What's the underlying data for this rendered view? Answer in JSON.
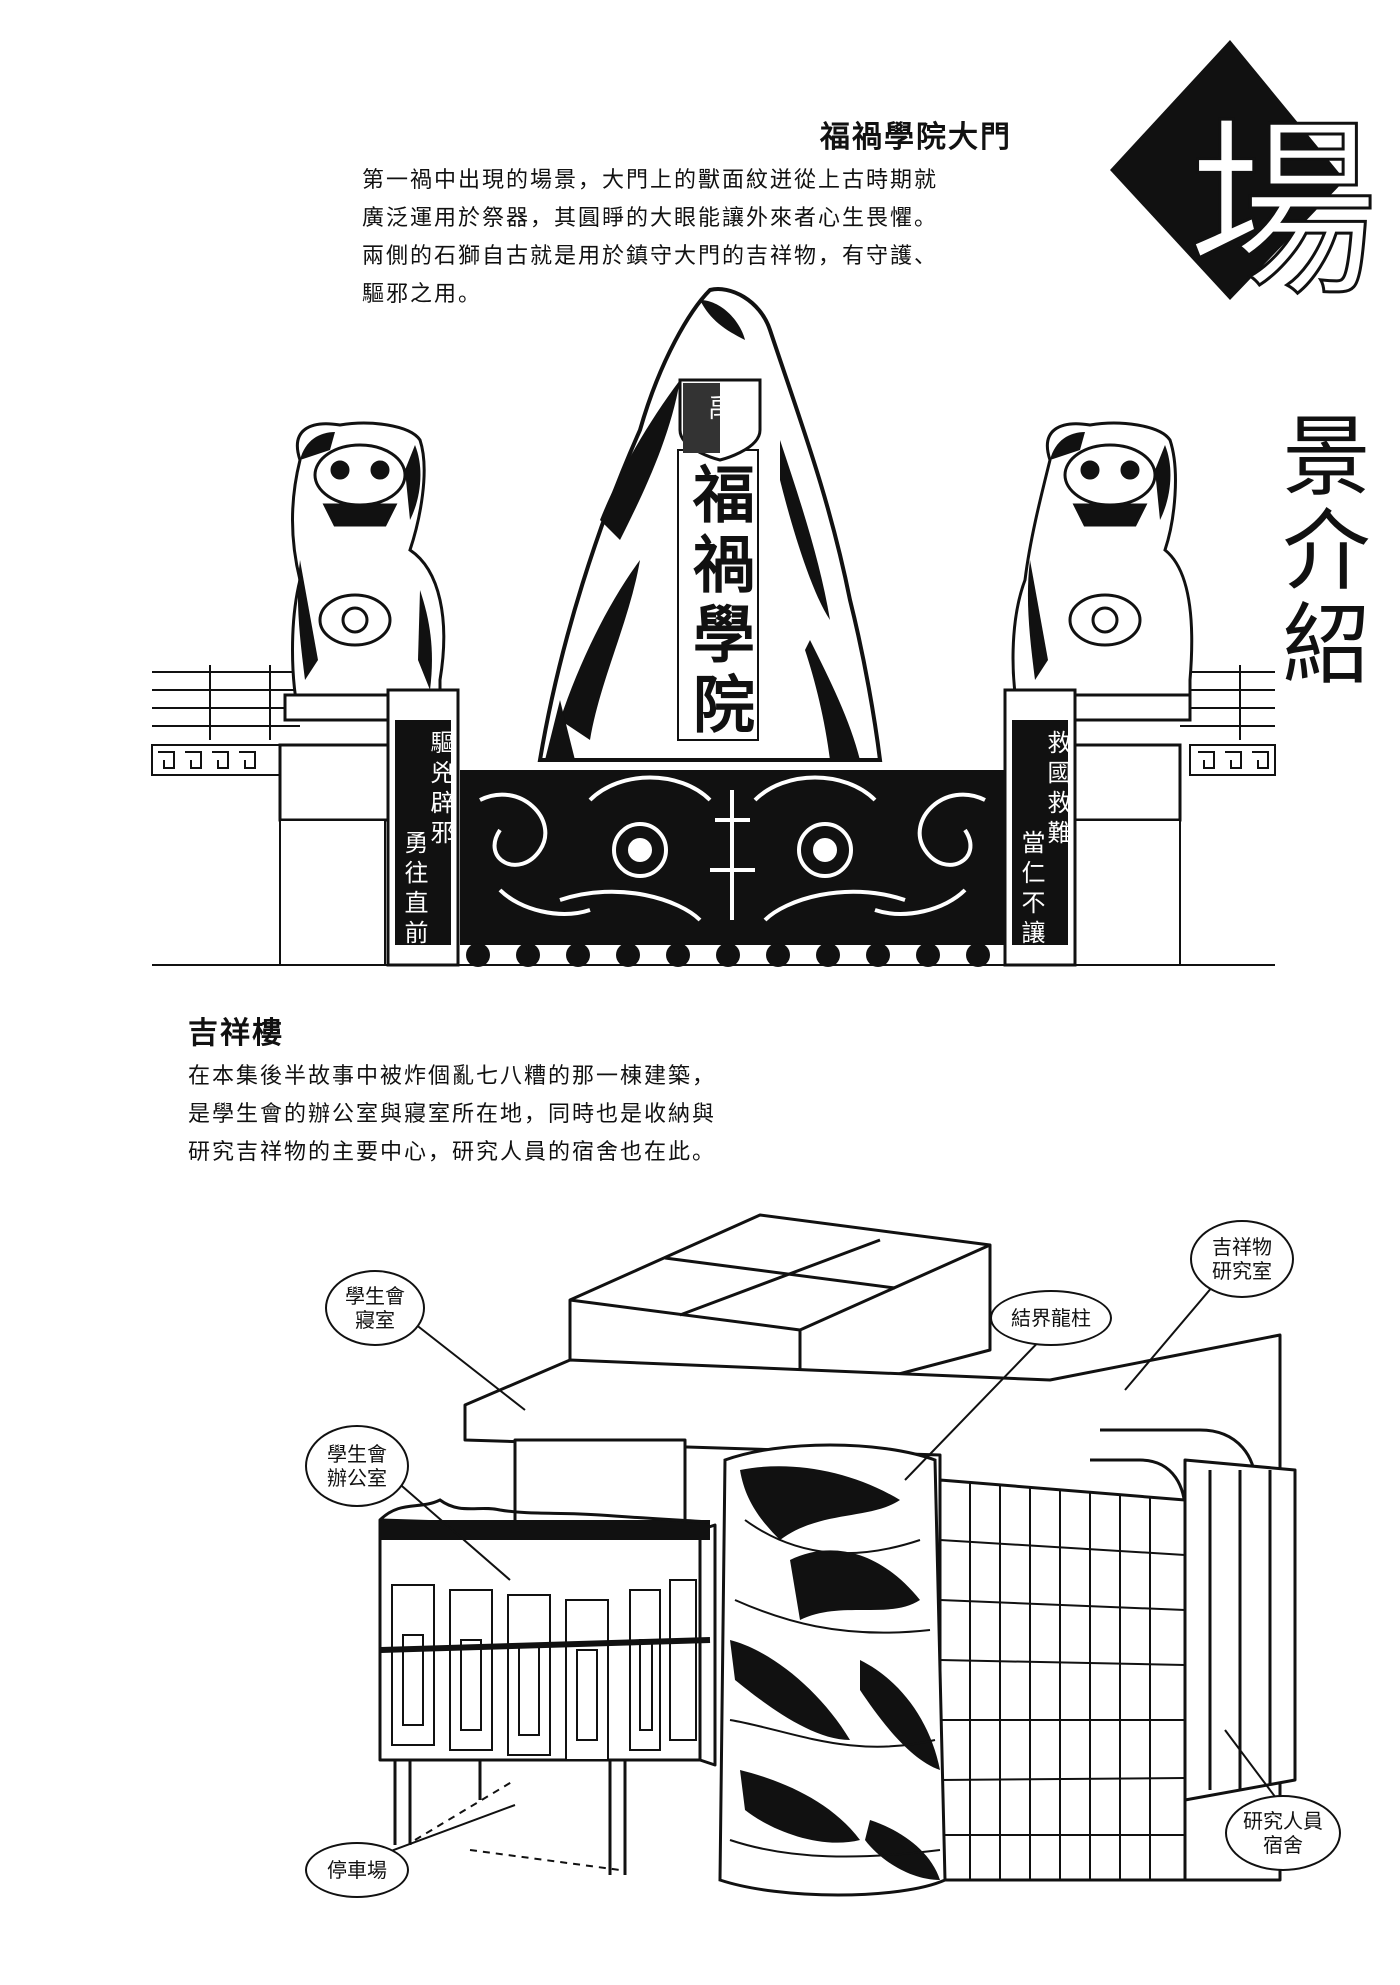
{
  "corner_title": {
    "big": "場",
    "rest": "景介紹"
  },
  "gate": {
    "title": "福禍學院大門",
    "lines": [
      "第一禍中出現的場景，大門上的獸面紋迸從上古時期就",
      "廣泛運用於祭器，其圓睜的大眼能讓外來者心生畏懼。",
      "兩側的石獅自古就是用於鎮守大門的吉祥物，有守護、",
      "驅邪之用。"
    ],
    "stone_inscription": "福禍學院",
    "left_couplet": [
      "驅兇辟邪",
      "勇往直前"
    ],
    "right_couplet": [
      "救國救難",
      "當仁不讓"
    ],
    "badge": "禹"
  },
  "building": {
    "title": "吉祥樓",
    "lines": [
      "在本集後半故事中被炸個亂七八糟的那一棟建築，",
      "是學生會的辦公室與寢室所在地，同時也是收納與",
      "研究吉祥物的主要中心，研究人員的宿舍也在此。"
    ],
    "labels": {
      "dorm": [
        "學生會",
        "寢室"
      ],
      "office": [
        "學生會",
        "辦公室"
      ],
      "pillar": [
        "結界龍柱"
      ],
      "mascot_lab": [
        "吉祥物",
        "研究室"
      ],
      "staff_dorm": [
        "研究人員",
        "宿舍"
      ],
      "parking": [
        "停車場"
      ]
    }
  }
}
